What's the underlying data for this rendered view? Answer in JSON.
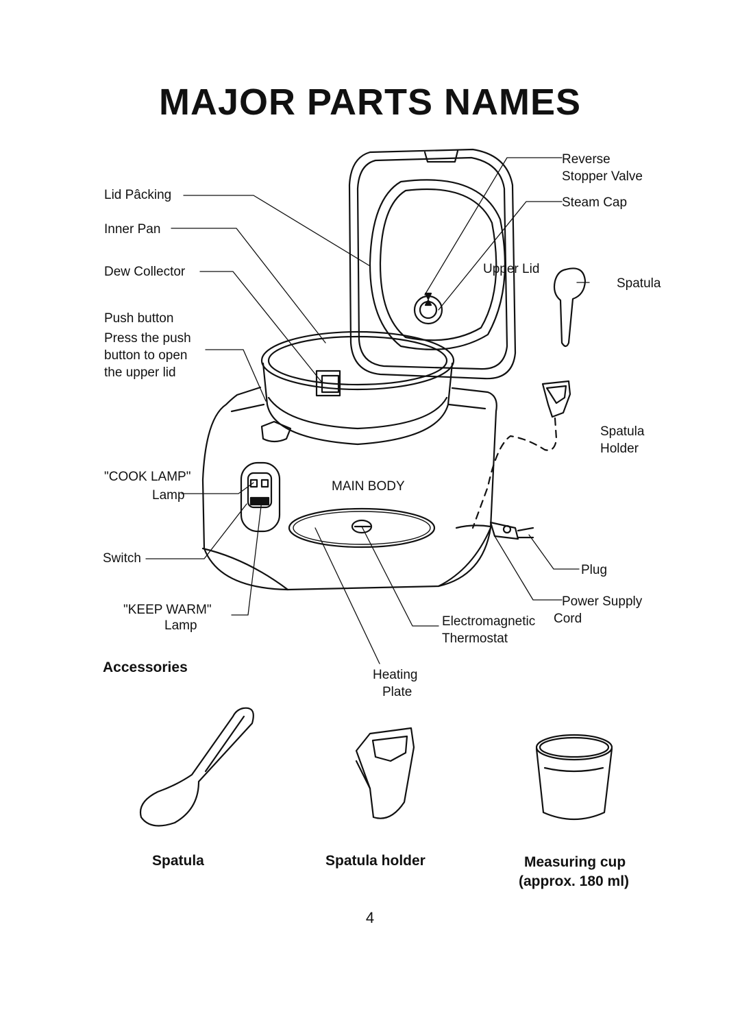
{
  "title": "MAJOR PARTS NAMES",
  "labels": {
    "lid_packing": "Lid Pâcking",
    "inner_pan": "Inner Pan",
    "dew_collector": "Dew Collector",
    "push_button": "Push button",
    "push_button_desc_1": "Press the push",
    "push_button_desc_2": "button to open",
    "push_button_desc_3": "the upper lid",
    "cook_lamp_1": "\"COOK LAMP\"",
    "cook_lamp_2": "Lamp",
    "switch": "Switch",
    "keep_warm_1": "\"KEEP WARM\"",
    "keep_warm_2": "Lamp",
    "reverse_1": "Reverse",
    "reverse_2": "Stopper Valve",
    "steam_cap": "Steam Cap",
    "upper_lid": "Upper Lid",
    "spatula_top": "Spatula",
    "spatula_holder_1": "Spatula",
    "spatula_holder_2": "Holder",
    "main_body": "MAIN BODY",
    "plug": "Plug",
    "power_1": "Power Supply",
    "power_2": "Cord",
    "thermo_1": "Electromagnetic",
    "thermo_2": "Thermostat",
    "heating_1": "Heating",
    "heating_2": "Plate"
  },
  "accessories": {
    "heading": "Accessories",
    "spatula": "Spatula",
    "spatula_holder": "Spatula holder",
    "measuring_cup_1": "Measuring cup",
    "measuring_cup_2": "(approx. 180 ml)"
  },
  "page_number": "4"
}
